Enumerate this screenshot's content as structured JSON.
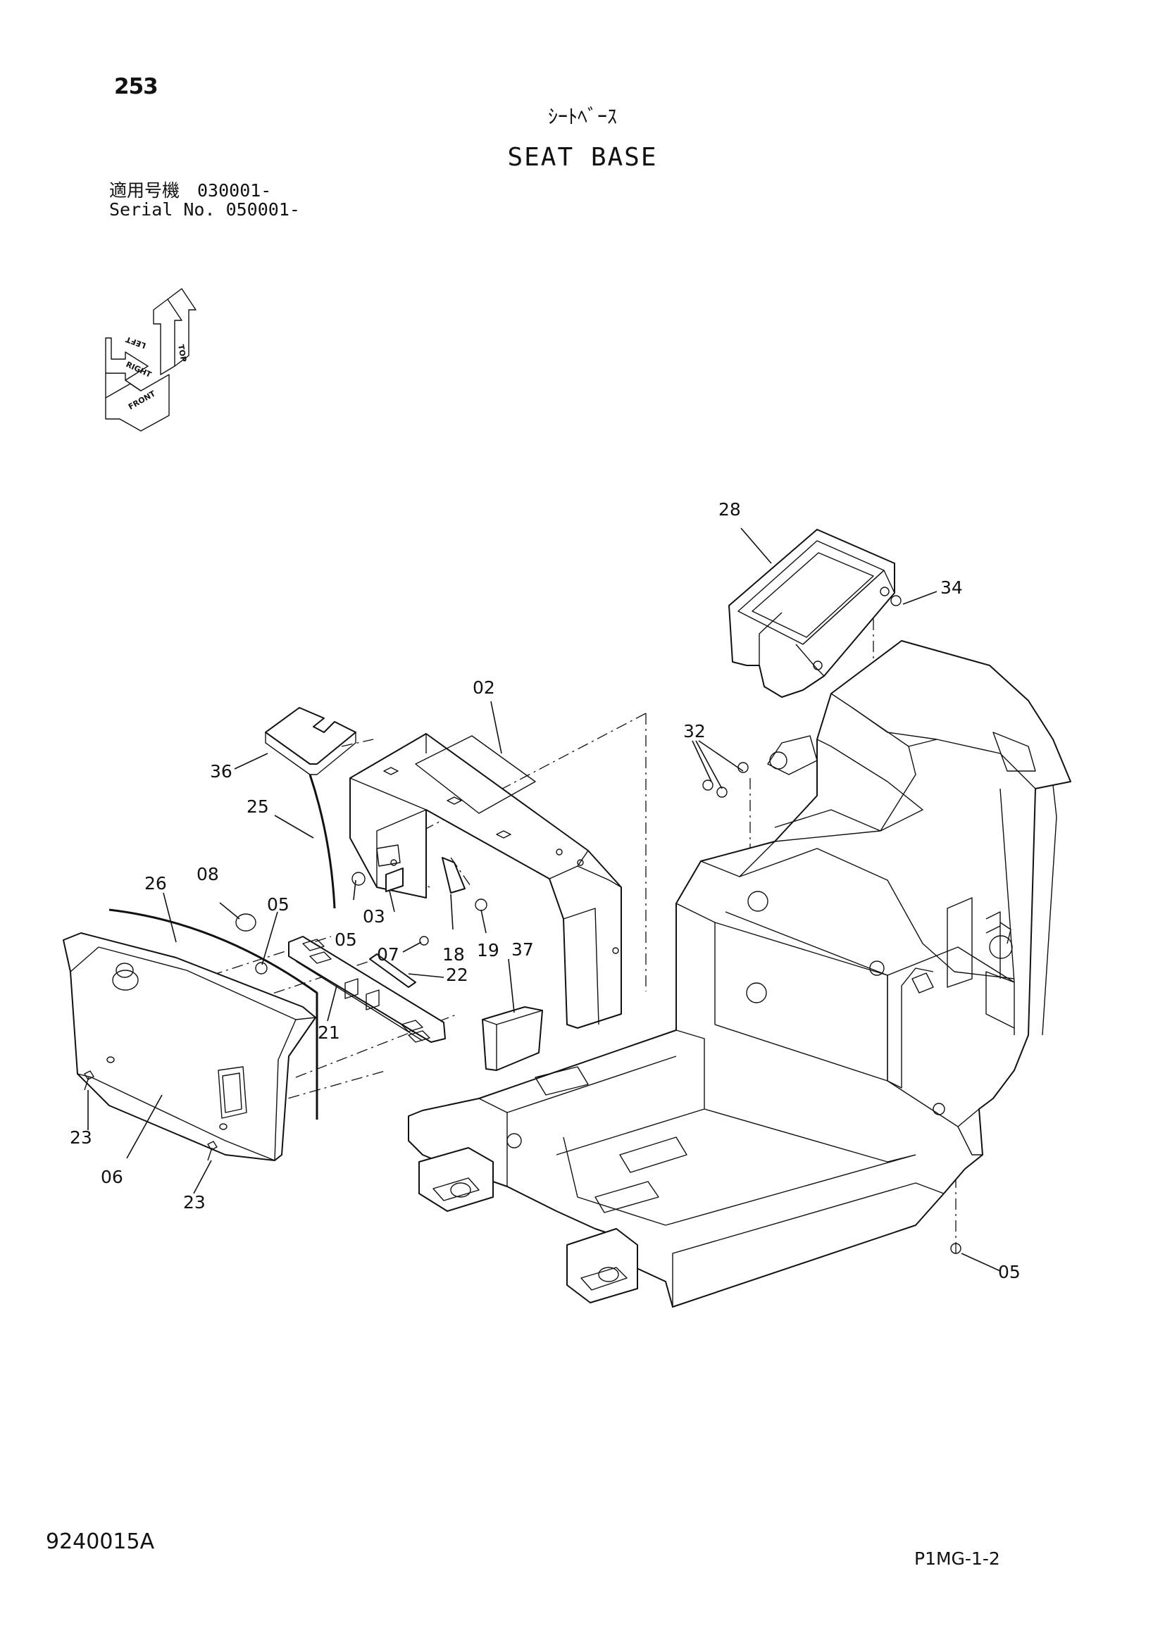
{
  "header": {
    "page_number": "253",
    "title_jp": "ｼｰﾄﾍﾞｰｽ",
    "title_en": "SEAT BASE",
    "serial_line1": "適用号機　030001-",
    "serial_line2": "Serial No. 050001-"
  },
  "orientation_indicator": {
    "labels": [
      "TOP",
      "LEFT",
      "RIGHT",
      "FRONT"
    ]
  },
  "callouts": [
    {
      "id": "02",
      "label": "02"
    },
    {
      "id": "03",
      "label": "03"
    },
    {
      "id": "05a",
      "label": "05"
    },
    {
      "id": "05b",
      "label": "05"
    },
    {
      "id": "05c",
      "label": "05"
    },
    {
      "id": "06",
      "label": "06"
    },
    {
      "id": "07",
      "label": "07"
    },
    {
      "id": "08",
      "label": "08"
    },
    {
      "id": "18",
      "label": "18"
    },
    {
      "id": "19",
      "label": "19"
    },
    {
      "id": "21",
      "label": "21"
    },
    {
      "id": "22",
      "label": "22"
    },
    {
      "id": "23a",
      "label": "23"
    },
    {
      "id": "23b",
      "label": "23"
    },
    {
      "id": "25",
      "label": "25"
    },
    {
      "id": "26",
      "label": "26"
    },
    {
      "id": "28",
      "label": "28"
    },
    {
      "id": "32",
      "label": "32"
    },
    {
      "id": "34",
      "label": "34"
    },
    {
      "id": "36",
      "label": "36"
    },
    {
      "id": "37",
      "label": "37"
    }
  ],
  "footer": {
    "document_code": "9240015A",
    "sheet_code": "P1MG-1-2"
  }
}
